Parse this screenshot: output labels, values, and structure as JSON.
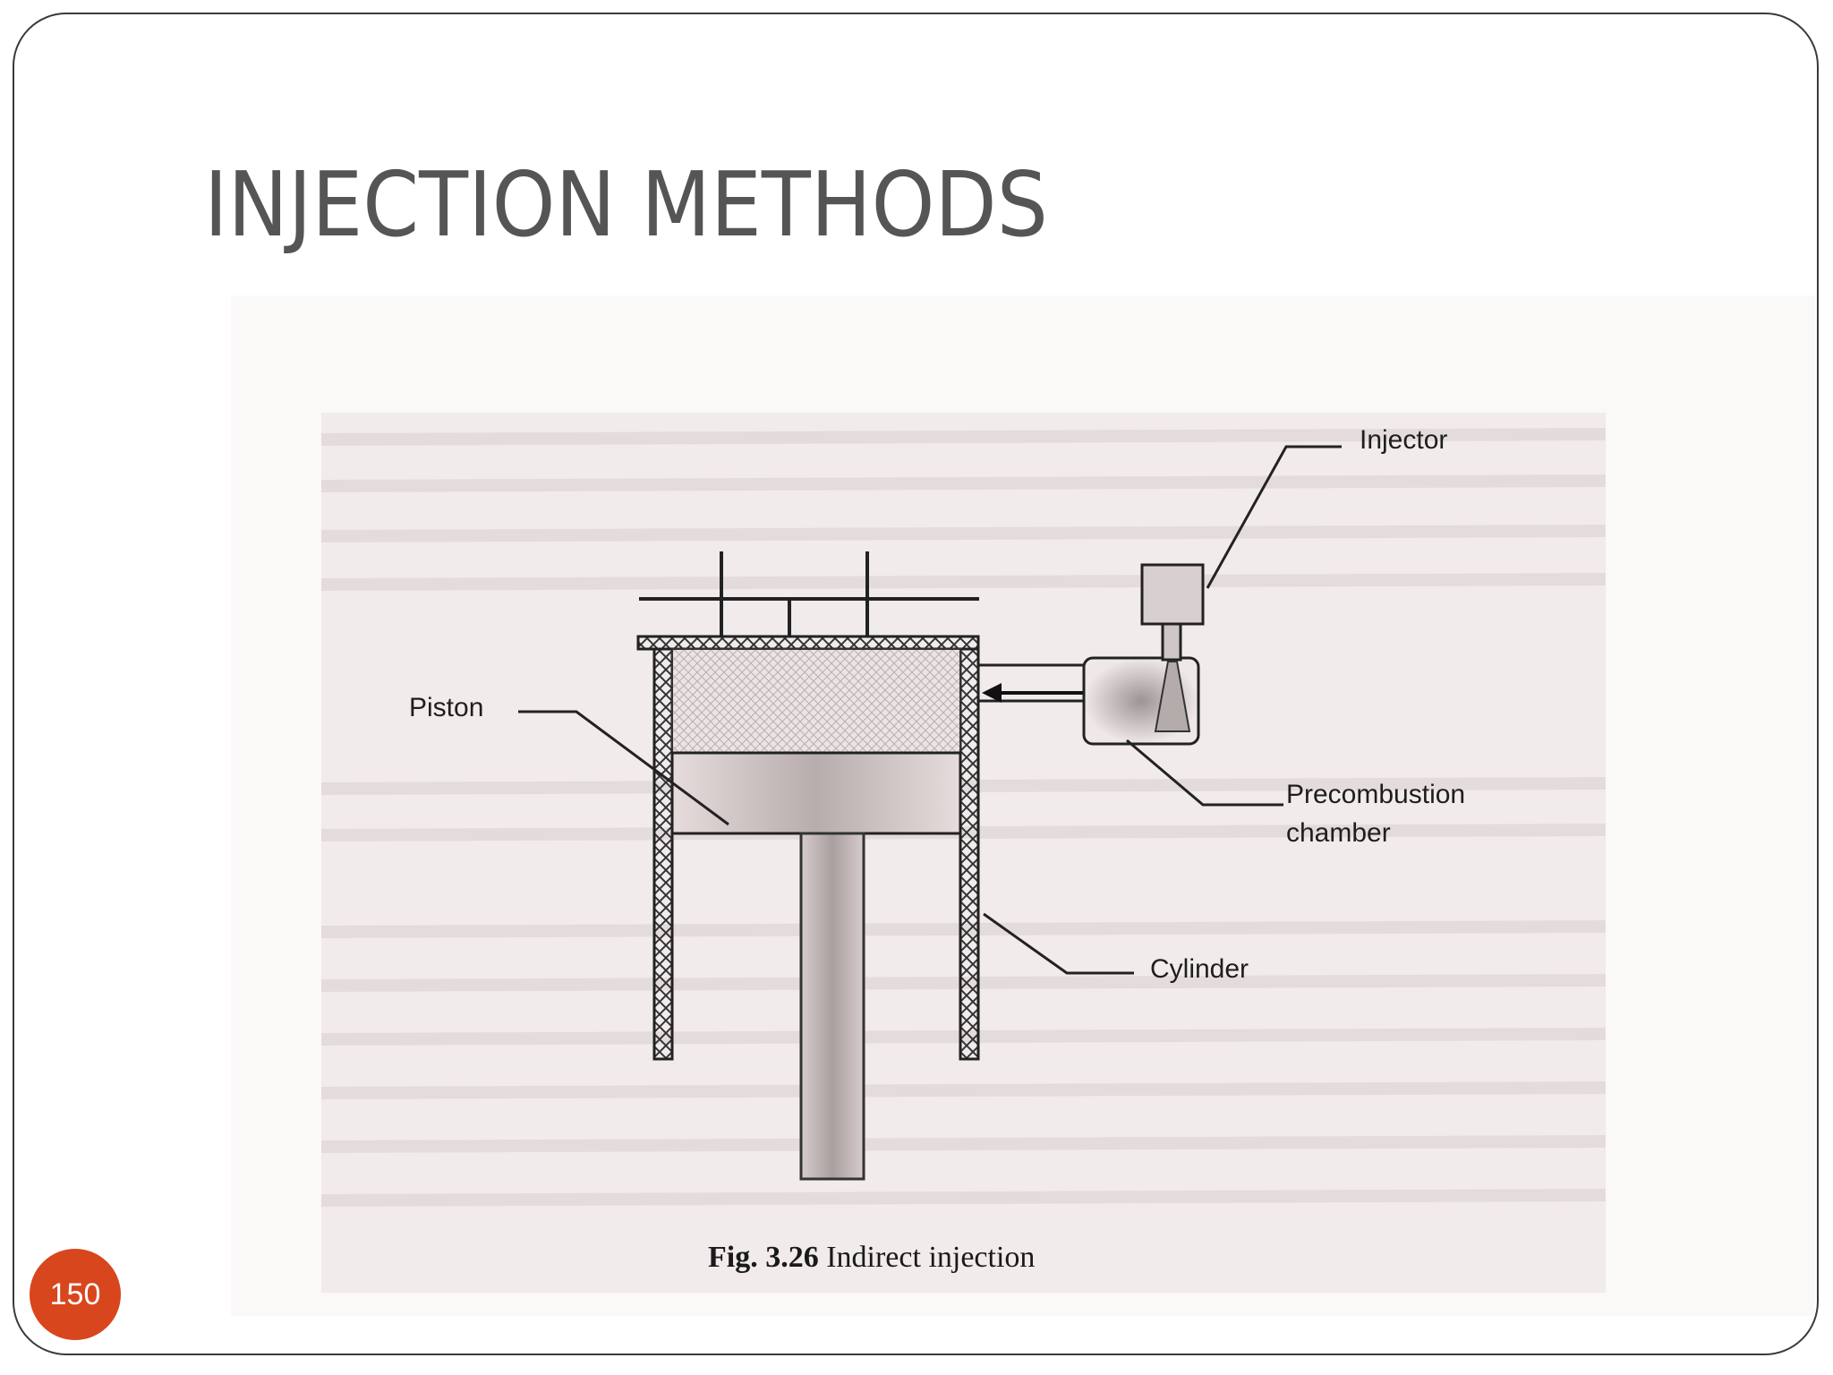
{
  "slide": {
    "title": "INJECTION METHODS",
    "page_number": "150"
  },
  "figure": {
    "labels": {
      "injector": "Injector",
      "piston": "Piston",
      "precombustion_line1": "Precombustion",
      "precombustion_line2": "chamber",
      "cylinder": "Cylinder"
    },
    "caption_number": "Fig. 3.26",
    "caption_text": "Indirect injection"
  },
  "colors": {
    "page_badge": "#d8461d",
    "title_text": "#555555"
  }
}
